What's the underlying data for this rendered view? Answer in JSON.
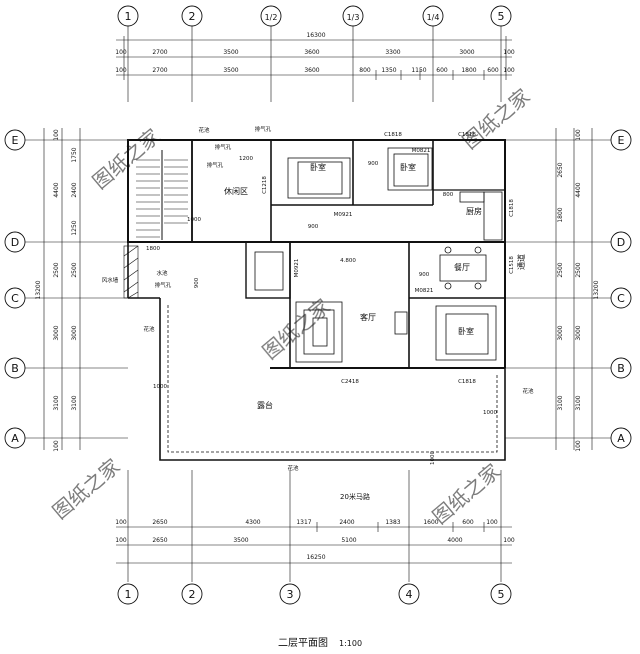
{
  "top_axes": [
    "1",
    "2",
    "1/2",
    "1/3",
    "1/4",
    "5"
  ],
  "bottom_axes": [
    "1",
    "2",
    "3",
    "4",
    "5"
  ],
  "row_axes": [
    "E",
    "D",
    "C",
    "B",
    "A"
  ],
  "top_dims": {
    "total": "16300",
    "row1": [
      "100",
      "2700",
      "3500",
      "3600",
      "3300",
      "3000",
      "100"
    ],
    "row2": [
      "100",
      "2700",
      "3500",
      "3600",
      "800",
      "1350",
      "1150",
      "600",
      "1800",
      "600",
      "100"
    ]
  },
  "bottom_dims": {
    "total": "16250",
    "row1": [
      "100",
      "2650",
      "4300",
      "1317",
      "2400",
      "1383",
      "1600",
      "600",
      "100"
    ],
    "row2": [
      "100",
      "2650",
      "3500",
      "5100",
      "4000",
      "100"
    ]
  },
  "left_dims": {
    "total": "13200",
    "outer": [
      "100",
      "4400",
      "2500",
      "3000",
      "3100",
      "100"
    ],
    "inner": [
      "1750",
      "2400",
      "1250",
      "2500",
      "3000",
      "3100"
    ]
  },
  "right_dims": {
    "total": "13200",
    "outer": [
      "100",
      "4400",
      "2500",
      "3000",
      "3100",
      "100"
    ],
    "inner": [
      "2650",
      "1800",
      "2500",
      "3000",
      "3100"
    ]
  },
  "rooms": {
    "bedroom1": "卧室",
    "bedroom2": "卧室",
    "bedroom3": "卧室",
    "living": "客厅",
    "kitchen": "厨房",
    "dining": "餐厅",
    "lounge": "休闲区",
    "terrace": "露台",
    "corridor": "通道"
  },
  "labels": {
    "handrail1": "排气孔",
    "handrail2": "排气孔",
    "hw_plate": "排气孔",
    "flower1": "花池",
    "flower2": "花池",
    "flower3": "花池",
    "flower4": "花池",
    "wind": "风水墙",
    "water1": "水池",
    "water2": "排气孔",
    "rail": "20米马路",
    "elev": "4.800"
  },
  "door_window_tags": [
    "C1818",
    "C1818",
    "C1818",
    "C1818",
    "C1218",
    "C2418",
    "M0921",
    "M0921",
    "M0821",
    "M0821",
    "C1518"
  ],
  "small_dims": [
    "900",
    "1200",
    "1800",
    "800",
    "900",
    "1000",
    "900",
    "1000",
    "1000",
    "900",
    "1000"
  ],
  "watermark": "图纸之家",
  "caption": "二层平面图",
  "scale": "1:100"
}
